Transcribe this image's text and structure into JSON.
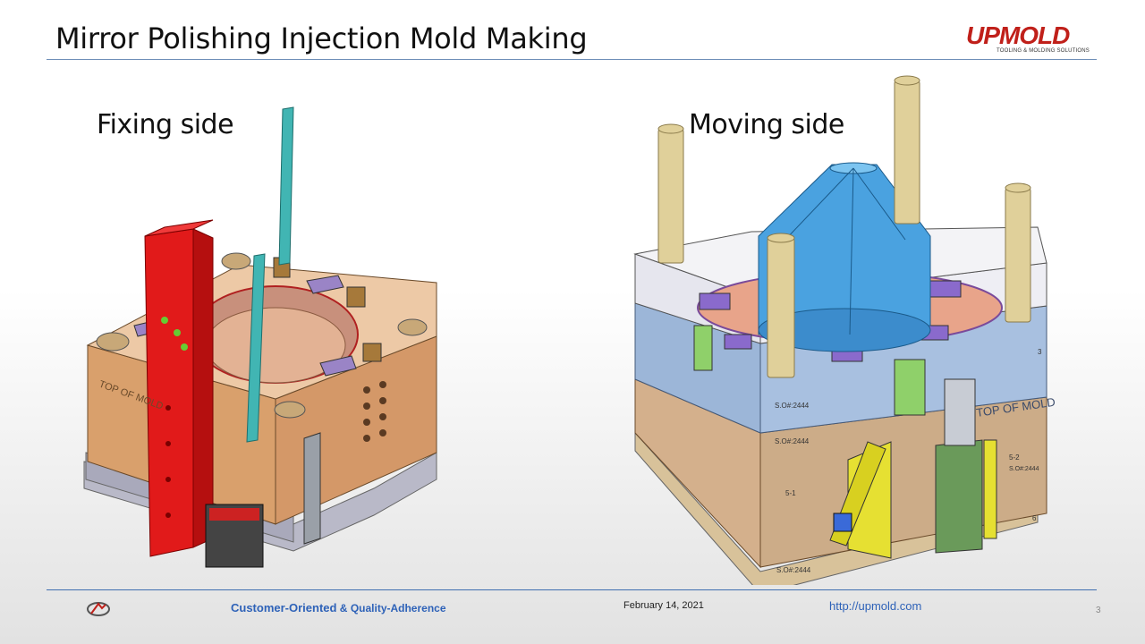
{
  "slide": {
    "title": "Mirror Polishing Injection Mold Making",
    "logo_word": "UPMOLD",
    "logo_sub": "TOOLING & MOLDING SOLUTIONS",
    "left_label": "Fixing side",
    "right_label": "Moving side",
    "mold_text": {
      "top_of_mold": "TOP OF MOLD",
      "so_code": "S.O#:2444",
      "plate_51": "5-1",
      "plate_52": "5-2",
      "plate_3": "3",
      "plate_6": "6"
    }
  },
  "footer": {
    "tagline_part1": "Customer-Oriented",
    "tagline_amp": " & ",
    "tagline_part2": "Quality-Adherence",
    "date": "February 14, 2021",
    "url": "http://upmold.com",
    "page_number": "3"
  },
  "colors": {
    "brand_red": "#c0201a",
    "link_blue": "#2e62b8",
    "rule_blue": "#3f6fb0"
  }
}
